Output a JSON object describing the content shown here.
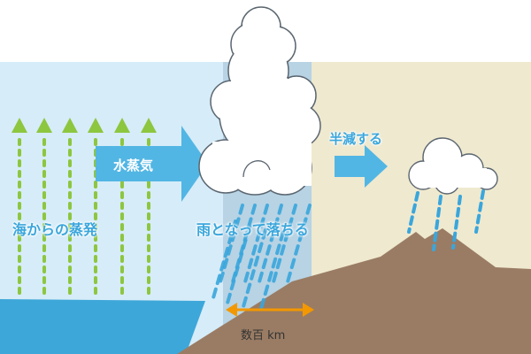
{
  "labels": {
    "evaporation": "海からの蒸発",
    "water_vapor": "水蒸気",
    "rain_falls": "雨となって落ちる",
    "halved": "半減する",
    "distance": "数百 km"
  },
  "colors": {
    "sky_left": "#d6ecf8",
    "sky_mid": "#b7d3e4",
    "land_bg": "#efe9cf",
    "sea": "#3ea7d9",
    "mountain": "#9a7c64",
    "vapor_green": "#8dc63f",
    "arrow_blue": "#52b6e4",
    "rain_blue": "#3aa6dc",
    "distance_arrow": "#f39800"
  },
  "icons": [
    "evaporation-arrow-icon",
    "wind-arrow-icon",
    "cumulonimbus-cloud-icon",
    "small-cloud-icon",
    "rain-drop-icon",
    "distance-arrow-icon"
  ]
}
